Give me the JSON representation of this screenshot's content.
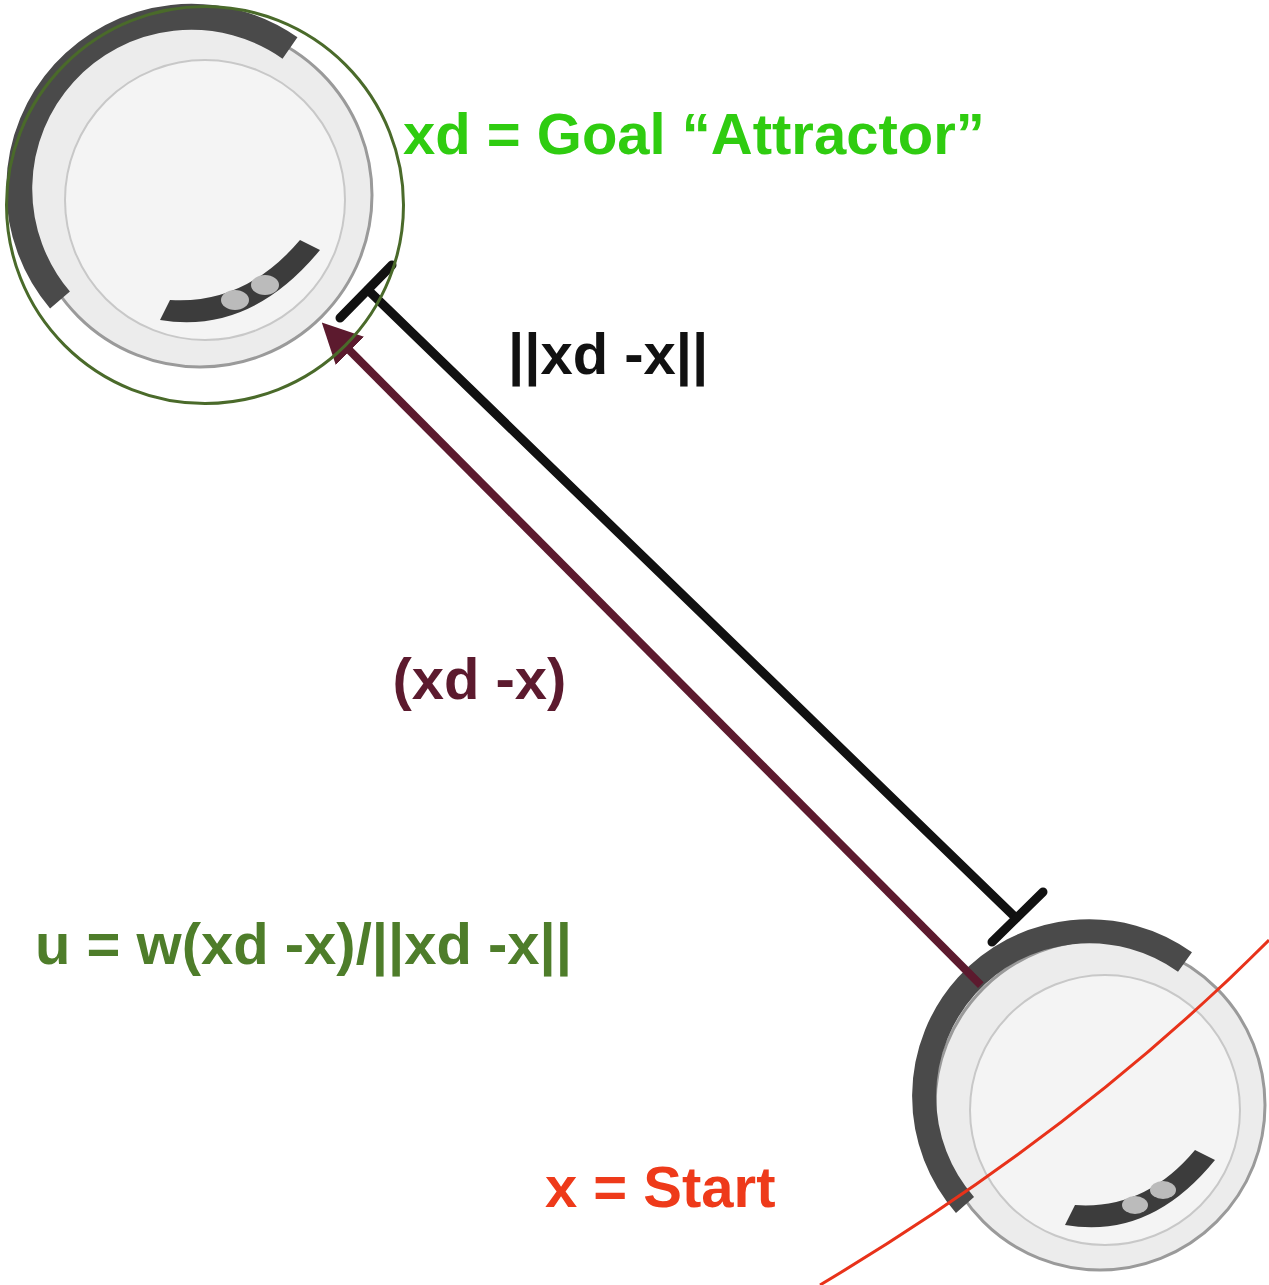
{
  "diagram": {
    "nodes": [
      {
        "text": [
          "xd = Goal “Attractor”"
        ]
      },
      {
        "text": [
          "x = Start"
        ]
      }
    ],
    "edges": [
      {
        "from": 1,
        "to": 0,
        "arrow": "to",
        "label": "(xd -x)"
      }
    ],
    "labels": [
      "||xd -x||",
      "u = w(xd -x)/||xd -x||"
    ]
  }
}
